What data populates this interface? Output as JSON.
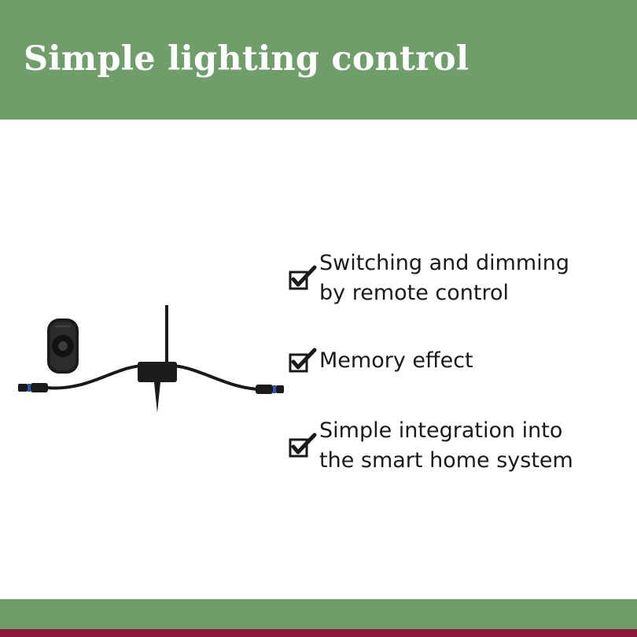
{
  "header": {
    "title": "Simple lighting control"
  },
  "features": [
    {
      "lines": [
        "Switching and dimming",
        "by remote control"
      ]
    },
    {
      "lines": [
        "Memory effect"
      ]
    },
    {
      "lines": [
        "Simple integration into",
        "the smart home system"
      ]
    }
  ],
  "colors": {
    "header_bg": "#6f9e6b",
    "footer_accent": "#8b1a3a",
    "text": "#1a1a1a"
  },
  "icons": {
    "feature_marker": "checkbox-check-icon"
  }
}
